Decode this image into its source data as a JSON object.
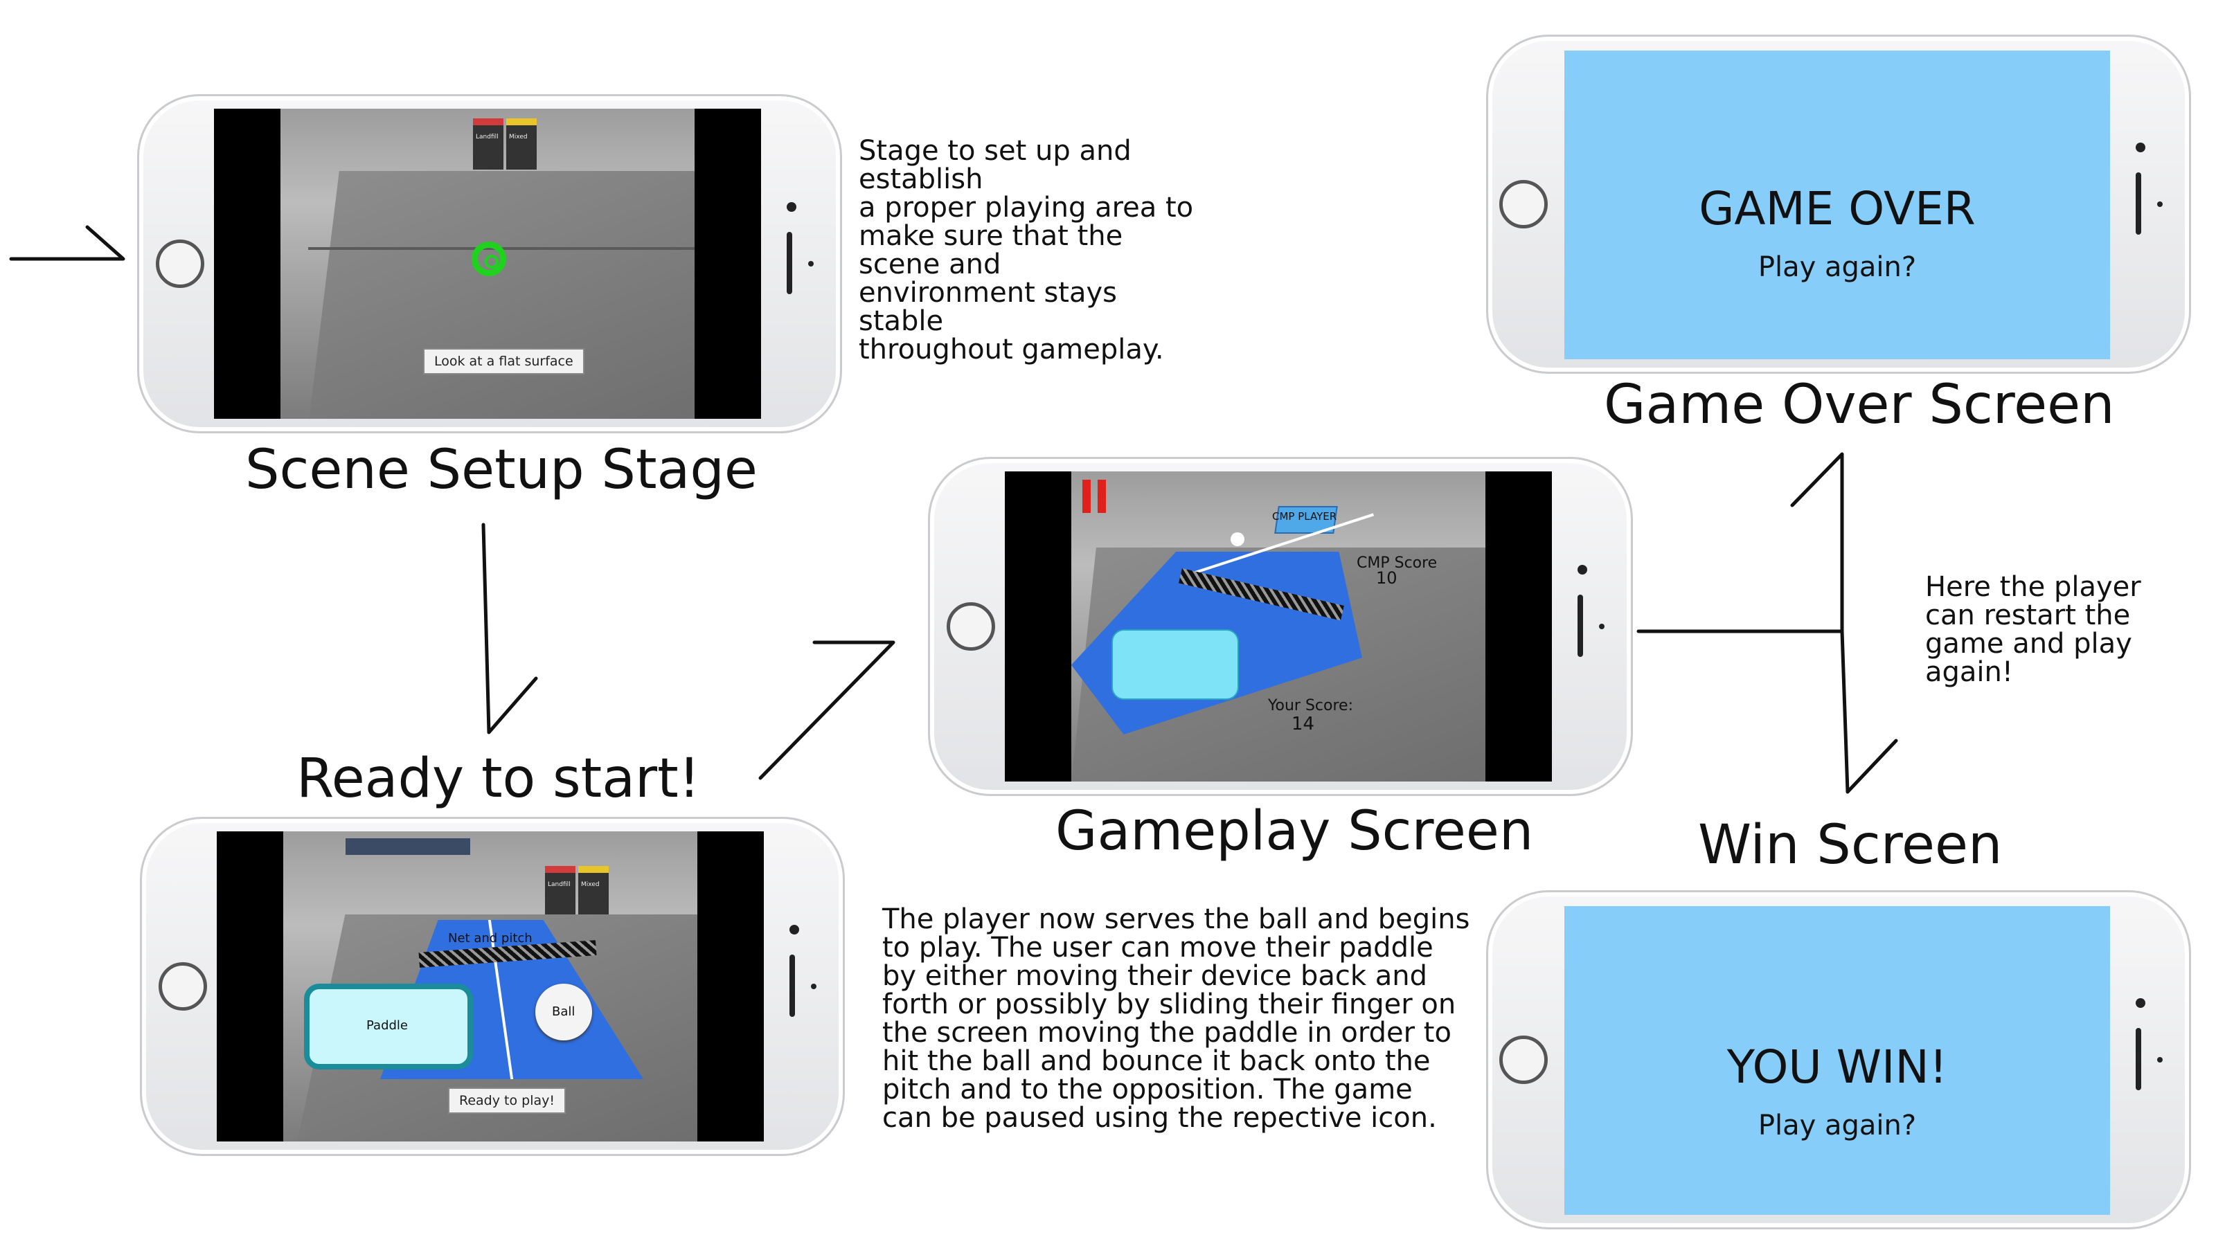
{
  "titles": {
    "scene_setup": "Scene Setup Stage",
    "ready": "Ready to start!",
    "gameplay": "Gameplay Screen",
    "game_over": "Game Over Screen",
    "win": "Win Screen"
  },
  "notes": {
    "scene_setup": [
      "Stage to set up and",
      "establish",
      "a proper playing area to",
      "make sure that the",
      "scene and",
      "environment stays",
      "stable",
      "throughout gameplay."
    ],
    "gameplay": [
      "The player now serves the ball and begins",
      "to play. The user can move their paddle",
      "by either moving their device back and",
      "forth or possibly by sliding their finger on",
      "the screen moving the paddle in order to",
      "hit the ball and bounce it back onto the",
      "pitch and to the opposition. The game",
      "can be paused using the repective icon."
    ],
    "restart": [
      "Here the player",
      "can restart the",
      "game and play",
      "again!"
    ]
  },
  "scene_screen": {
    "hint": "Look at a flat surface",
    "bin_labels": [
      "Landfill",
      "Mixed"
    ]
  },
  "ready_screen": {
    "net_label": "Net and pitch",
    "paddle_label": "Paddle",
    "ball_label": "Ball",
    "button": "Ready to play!",
    "bin_labels": [
      "Landfill",
      "Mixed"
    ]
  },
  "gameplay_screen": {
    "cmp_player": "CMP PLAYER",
    "cmp_score_label": "CMP Score",
    "cmp_score_value": "10",
    "your_score_label": "Your Score:",
    "your_score_value": "14"
  },
  "game_over_screen": {
    "heading": "GAME OVER",
    "sub": "Play again?"
  },
  "win_screen": {
    "heading": "YOU WIN!",
    "sub": "Play again?"
  },
  "colors": {
    "end_screen_bg": "#87cdfa",
    "pitch_blue": "#2f6fe0",
    "reticle_green": "#1ed21e",
    "paddle_cyan": "#7fe3f7",
    "pause_red": "#e0201a"
  }
}
